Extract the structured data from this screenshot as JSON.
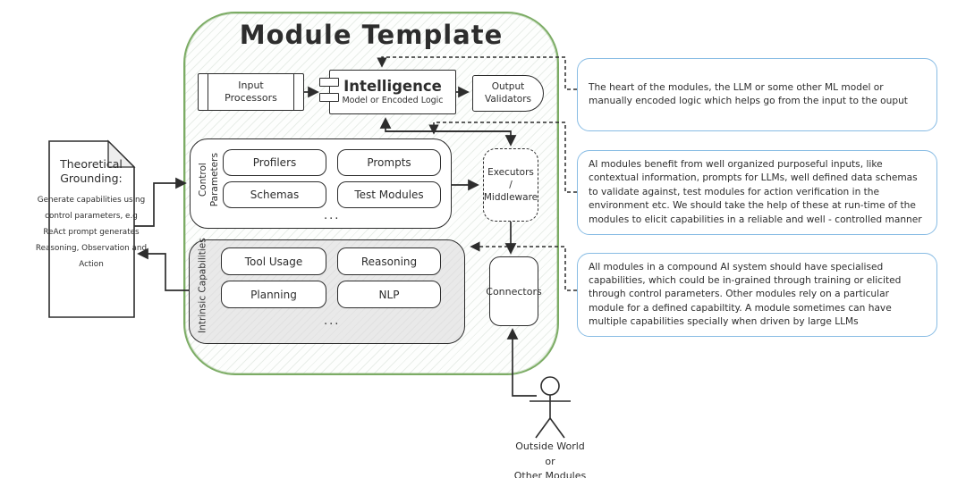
{
  "colors": {
    "container_green": "#7cac65",
    "annotation_blue": "#88bce4",
    "intrinsic_gray": "#e9e9e9",
    "ink": "#2d2d2d"
  },
  "title": "Module Template",
  "pipeline": {
    "input_processors": "Input Processors",
    "intelligence_title": "Intelligence",
    "intelligence_subtitle": "Model or Encoded Logic",
    "output_validators": "Output Validators"
  },
  "control_parameters": {
    "label": "Control Parameters",
    "items": [
      "Profilers",
      "Prompts",
      "Schemas",
      "Test Modules"
    ],
    "more": "..."
  },
  "intrinsic_capabilities": {
    "label": "Intrinsic Capabilities",
    "items": [
      "Tool Usage",
      "Reasoning",
      "Planning",
      "NLP"
    ],
    "more": "..."
  },
  "executors": {
    "lines": [
      "Executors",
      "/",
      "Middleware"
    ]
  },
  "connectors": {
    "label": "Connectors"
  },
  "theoretical_grounding": {
    "heading": "Theoretical Grounding:",
    "body": "Generate capabilities using control parameters, e.g ReAct prompt generates Reasoning, Observation and Action"
  },
  "annotations": [
    "The heart of the modules, the LLM or some other ML model or manually encoded logic which helps go from the input to the ouput",
    "AI modules benefit from well organized purposeful inputs, like contextual information, prompts for LLMs, well defined data schemas to validate against, test modules for action verification in the environment etc. We should take the help of these at run-time of the modules to elicit capabilities in a reliable and well - controlled manner",
    "All modules in a compound AI system should have specialised capabilities, which could be in-grained through training or elicited through control parameters. Other modules rely on a particular module for a defined capabiltity. A module sometimes can have multiple capabilities specially when driven by large LLMs"
  ],
  "outside_world": {
    "lines": [
      "Outside World",
      "or",
      "Other Modules"
    ]
  }
}
